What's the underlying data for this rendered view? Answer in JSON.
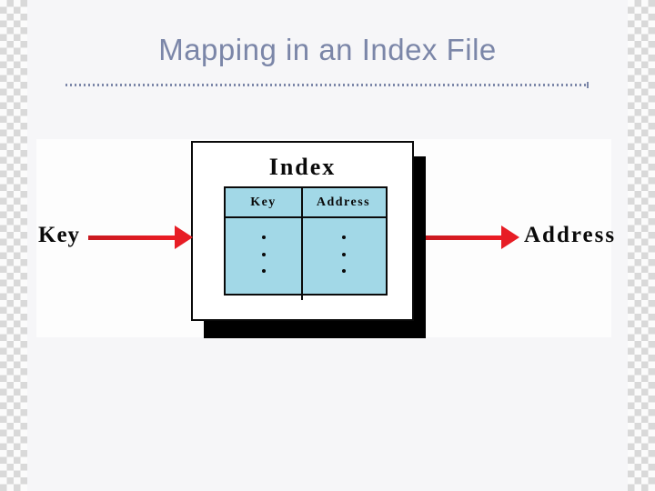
{
  "slide": {
    "title": "Mapping in an Index File"
  },
  "diagram": {
    "input_label": "Key",
    "output_label": "Address",
    "box_title": "Index",
    "table": {
      "col_headers": [
        "Key",
        "Address"
      ],
      "dots_per_column": 3
    }
  },
  "colors": {
    "title_text": "#7b86a8",
    "table_fill": "#a2d8e7",
    "arrow_red": "#e71d25",
    "checker_gray": "#d9d9d9",
    "shadow_black": "#000000"
  }
}
